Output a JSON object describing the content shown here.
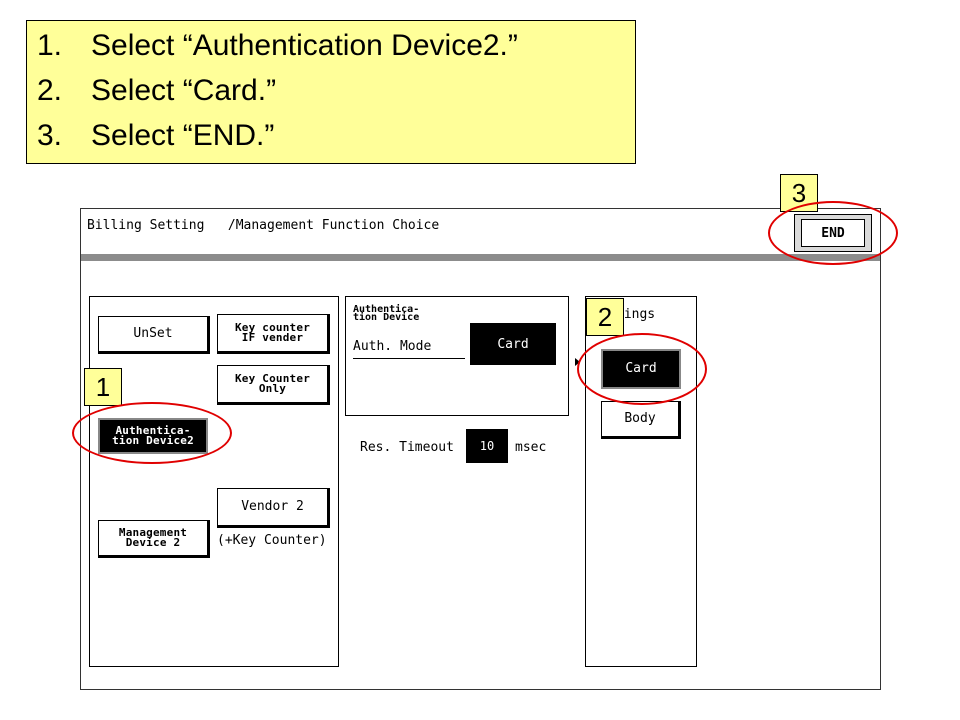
{
  "instructions": {
    "steps": [
      {
        "num": "1.",
        "text": "Select “Authentication Device2.”"
      },
      {
        "num": "2.",
        "text": "Select “Card.”"
      },
      {
        "num": "3.",
        "text": "Select “END.”"
      }
    ]
  },
  "screen": {
    "title": "Billing Setting   /Management Function Choice",
    "end_label": "END",
    "left_panel": {
      "unset": "UnSet",
      "key_counter_if_vender": [
        "Key counter",
        "IF vender"
      ],
      "key_counter_only": [
        "Key Counter",
        "Only"
      ],
      "auth_device2": [
        "Authentica-",
        "tion Device2"
      ],
      "vendor2": "Vendor 2",
      "vendor2_sub": "(+Key Counter)",
      "management_device2": [
        "Management",
        "Device 2"
      ]
    },
    "mid_panel": {
      "header": [
        "Authentica-",
        "tion Device"
      ],
      "auth_mode_label": "Auth. Mode",
      "auth_mode_value": "Card",
      "res_timeout_label": "Res. Timeout",
      "res_timeout_value": "10",
      "res_timeout_unit": "msec"
    },
    "right_panel": {
      "header": "tings",
      "card": "Card",
      "body": "Body"
    }
  },
  "markers": {
    "step1": "1",
    "step2": "2",
    "step3": "3"
  },
  "colors": {
    "callout": "#ffff99",
    "highlight_ring": "#e00000",
    "selected": "#000000"
  }
}
